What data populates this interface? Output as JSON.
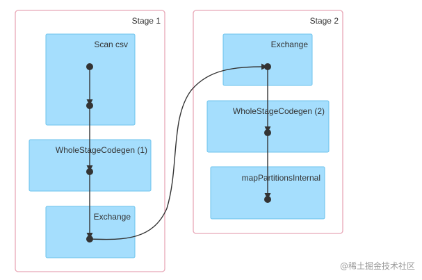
{
  "stages": [
    {
      "label": "Stage 1",
      "nodes": [
        {
          "label": "Scan csv"
        },
        {
          "label": "WholeStageCodegen (1)"
        },
        {
          "label": "Exchange"
        }
      ]
    },
    {
      "label": "Stage 2",
      "nodes": [
        {
          "label": "Exchange"
        },
        {
          "label": "WholeStageCodegen (2)"
        },
        {
          "label": "mapPartitionsInternal"
        }
      ]
    }
  ],
  "watermark": "@稀土掘金技术社区",
  "colors": {
    "stage_border": "#e8a7b7",
    "node_fill": "#a5defd",
    "node_border": "#6cc3ec",
    "edge": "#333333",
    "text": "#333333",
    "watermark": "#9a9a9a"
  }
}
